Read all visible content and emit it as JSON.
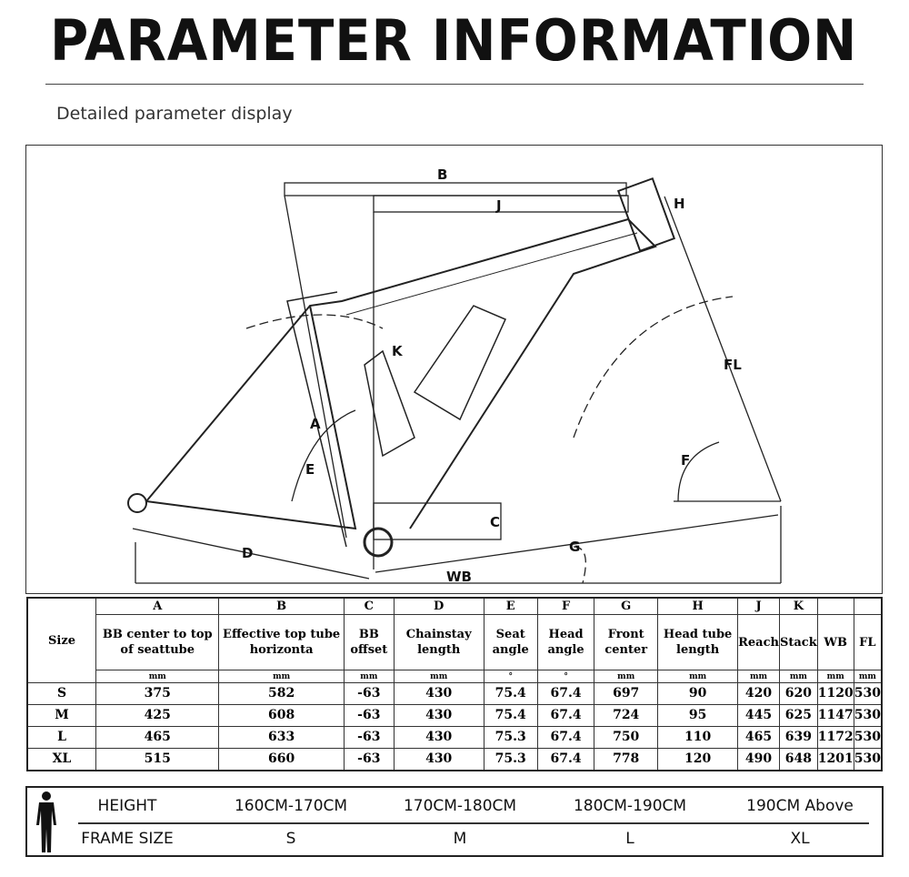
{
  "title": "PARAMETER INFORMATION",
  "subtitle": "Detailed parameter display",
  "diagram": {
    "labels": {
      "A": "A",
      "B": "B",
      "C": "C",
      "D": "D",
      "E": "E",
      "F": "F",
      "G": "G",
      "H": "H",
      "J": "J",
      "K": "K",
      "WB": "WB",
      "FL": "FL"
    }
  },
  "table": {
    "size_header": "Size",
    "columns": [
      {
        "letter": "A",
        "name": "BB center to top of seattube",
        "unit": "mm"
      },
      {
        "letter": "B",
        "name": "Effective top tube horizonta",
        "unit": "mm"
      },
      {
        "letter": "C",
        "name": "BB offset",
        "unit": "mm"
      },
      {
        "letter": "D",
        "name": "Chainstay length",
        "unit": "mm"
      },
      {
        "letter": "E",
        "name": "Seat angle",
        "unit": "°"
      },
      {
        "letter": "F",
        "name": "Head angle",
        "unit": "°"
      },
      {
        "letter": "G",
        "name": "Front center",
        "unit": "mm"
      },
      {
        "letter": "H",
        "name": "Head tube length",
        "unit": "mm"
      },
      {
        "letter": "J",
        "name": "Reach",
        "unit": "mm"
      },
      {
        "letter": "K",
        "name": "Stack",
        "unit": "mm"
      },
      {
        "letter": "",
        "name": "WB",
        "unit": "mm"
      },
      {
        "letter": "",
        "name": "FL",
        "unit": "mm"
      }
    ],
    "rows": [
      {
        "size": "S",
        "values": [
          "375",
          "582",
          "-63",
          "430",
          "75.4",
          "67.4",
          "697",
          "90",
          "420",
          "620",
          "1120",
          "530"
        ]
      },
      {
        "size": "M",
        "values": [
          "425",
          "608",
          "-63",
          "430",
          "75.4",
          "67.4",
          "724",
          "95",
          "445",
          "625",
          "1147",
          "530"
        ]
      },
      {
        "size": "L",
        "values": [
          "465",
          "633",
          "-63",
          "430",
          "75.3",
          "67.4",
          "750",
          "110",
          "465",
          "639",
          "1172",
          "530"
        ]
      },
      {
        "size": "XL",
        "values": [
          "515",
          "660",
          "-63",
          "430",
          "75.3",
          "67.4",
          "778",
          "120",
          "490",
          "648",
          "1201",
          "530"
        ]
      }
    ]
  },
  "size_chart": {
    "height_label": "HEIGHT",
    "frame_label": "FRAME SIZE",
    "heights": [
      "160CM-170CM",
      "170CM-180CM",
      "180CM-190CM",
      "190CM Above"
    ],
    "frames": [
      "S",
      "M",
      "L",
      "XL"
    ]
  }
}
